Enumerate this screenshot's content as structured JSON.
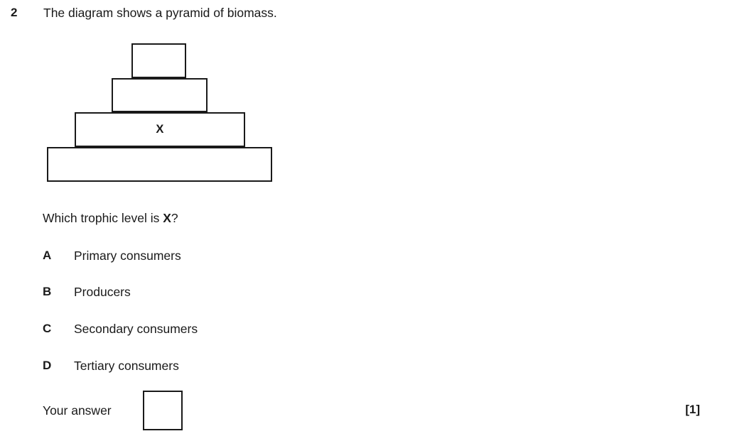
{
  "question": {
    "number": "2",
    "stem": "The diagram shows a pyramid of biomass.",
    "prompt_prefix": "Which trophic level is ",
    "prompt_highlight": "X",
    "prompt_suffix": "?",
    "marks": "[1]"
  },
  "diagram": {
    "type": "pyramid-of-biomass",
    "tiers": [
      {
        "id": "tier-1",
        "label": ""
      },
      {
        "id": "tier-2",
        "label": ""
      },
      {
        "id": "tier-3",
        "label": "X"
      },
      {
        "id": "tier-4",
        "label": ""
      }
    ]
  },
  "options": [
    {
      "letter": "A",
      "text": "Primary consumers"
    },
    {
      "letter": "B",
      "text": "Producers"
    },
    {
      "letter": "C",
      "text": "Secondary consumers"
    },
    {
      "letter": "D",
      "text": "Tertiary consumers"
    }
  ],
  "answer": {
    "label": "Your answer",
    "value": "",
    "placeholder": ""
  },
  "colors": {
    "ink": "#1a1a1a",
    "paper": "#ffffff"
  }
}
